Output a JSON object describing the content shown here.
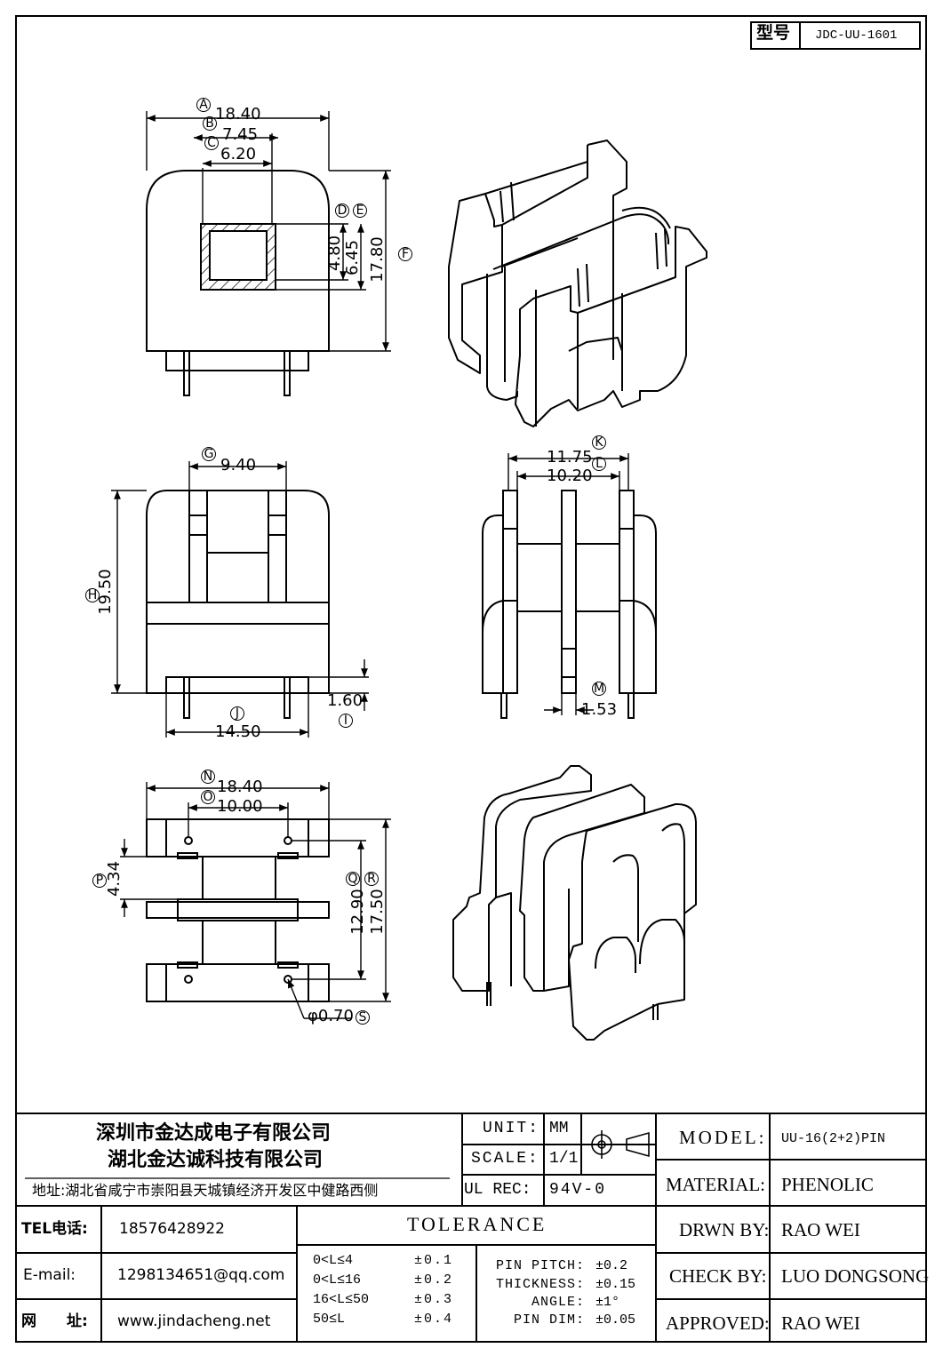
{
  "part_number_label": "型号",
  "part_number": "JDC-UU-1601",
  "dimensions": {
    "top_view": {
      "a": {
        "tag": "A",
        "value": "18.40"
      },
      "b": {
        "tag": "B",
        "value": "7.45"
      },
      "c": {
        "tag": "C",
        "value": "6.20"
      },
      "d": {
        "tag": "D",
        "value": "4.80"
      },
      "e": {
        "tag": "E",
        "value": "6.45"
      },
      "f": {
        "tag": "F",
        "value": "17.80"
      }
    },
    "front_view": {
      "g": {
        "tag": "G",
        "value": "9.40"
      },
      "h": {
        "tag": "H",
        "value": "19.50"
      },
      "i": {
        "tag": "I",
        "value": "1.60"
      },
      "j": {
        "tag": "J",
        "value": "14.50"
      }
    },
    "side_view": {
      "k": {
        "tag": "K",
        "value": "11.75"
      },
      "l": {
        "tag": "L",
        "value": "10.20"
      },
      "m": {
        "tag": "M",
        "value": "1.53"
      }
    },
    "bottom_view": {
      "n": {
        "tag": "N",
        "value": "18.40"
      },
      "o": {
        "tag": "O",
        "value": "10.00"
      },
      "p": {
        "tag": "P",
        "value": "4.34"
      },
      "q": {
        "tag": "Q",
        "value": "12.90"
      },
      "r": {
        "tag": "R",
        "value": "17.50"
      },
      "s": {
        "tag": "S",
        "value": "φ0.70"
      }
    }
  },
  "title_block": {
    "company_line1": "深圳市金达成电子有限公司",
    "company_line2": "湖北金达诚科技有限公司",
    "address": "地址:湖北省咸宁市崇阳县天城镇经济开发区中健路西侧",
    "tel_label": "TEL电话:",
    "tel": "18576428922",
    "email_label": "E-mail:",
    "email": "1298134651@qq.com",
    "web_label": "网　　址:",
    "web": "www.jindacheng.net",
    "unit_label": "UNIT:",
    "unit": "MM",
    "scale_label": "SCALE:",
    "scale": "1/1",
    "ul_label": "UL REC:",
    "ul": "94V-0",
    "tolerance_title": "TOLERANCE",
    "tolerances": [
      {
        "range": "0<L≤4",
        "value": "±0.1"
      },
      {
        "range": "0<L≤16",
        "value": "±0.2"
      },
      {
        "range": "16<L≤50",
        "value": "±0.3"
      },
      {
        "range": "50≤L",
        "value": "±0.4"
      }
    ],
    "pin_tolerances": [
      {
        "label": "PIN PITCH:",
        "value": "±0.2"
      },
      {
        "label": "THICKNESS:",
        "value": "±0.15"
      },
      {
        "label": "ANGLE:",
        "value": "±1°"
      },
      {
        "label": "PIN DIM:",
        "value": "±0.05"
      }
    ],
    "model_label": "MODEL:",
    "model": "UU-16(2+2)PIN",
    "material_label": "MATERIAL:",
    "material": "PHENOLIC",
    "drawn_label": "DRWN BY:",
    "drawn": "RAO WEI",
    "check_label": "CHECK BY:",
    "check": "LUO DONGSONG",
    "approved_label": "APPROVED:",
    "approved": "RAO WEI"
  }
}
